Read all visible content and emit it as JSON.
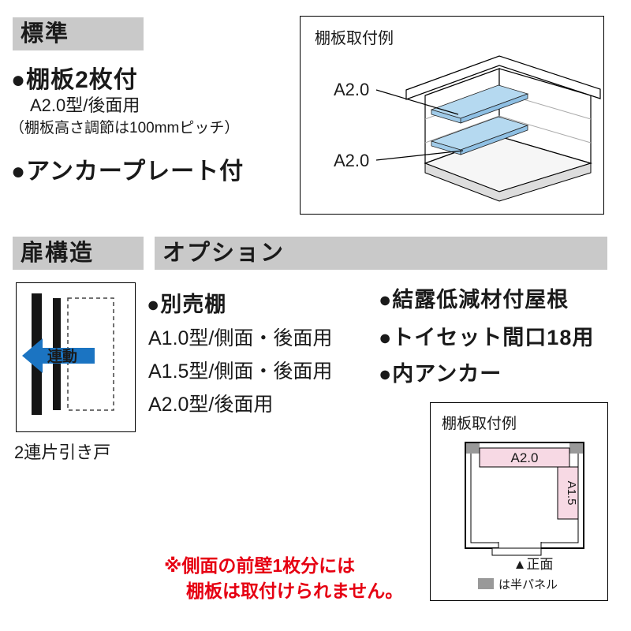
{
  "colors": {
    "header_bg": "#c9c9c9",
    "shelf_blue": "#b5d9f0",
    "shelf_pink": "#f7d9e4",
    "half_panel_gray": "#999999",
    "arrow_blue": "#1b74c2",
    "note_red": "#e60012"
  },
  "standard": {
    "header": "標準",
    "shelf_item": "●棚板2枚付",
    "shelf_item_type": "A2.0型/後面用",
    "shelf_item_note": "（棚板高さ調節は100mmピッチ）",
    "anchor_item": "●アンカープレート付"
  },
  "shelf_example_top": {
    "title": "棚板取付例",
    "upper_label": "A2.0",
    "lower_label": "A2.0"
  },
  "door": {
    "header": "扉構造",
    "arrow_label": "連動",
    "caption": "2連片引き戸"
  },
  "options": {
    "header": "オプション",
    "left": [
      "●別売棚",
      "A1.0型/側面・後面用",
      "A1.5型/側面・後面用",
      "A2.0型/後面用"
    ],
    "right": [
      "●結露低減材付屋根",
      "●トイセット間口18用",
      "●内アンカー"
    ]
  },
  "floor_plan": {
    "title": "棚板取付例",
    "top_shelf_label": "A2.0",
    "right_shelf_label": "A1.5",
    "front_label": "▲正面",
    "legend_label": "は半パネル"
  },
  "note": {
    "line1": "※側面の前壁1枚分には",
    "line2": "棚板は取付けられません。"
  }
}
